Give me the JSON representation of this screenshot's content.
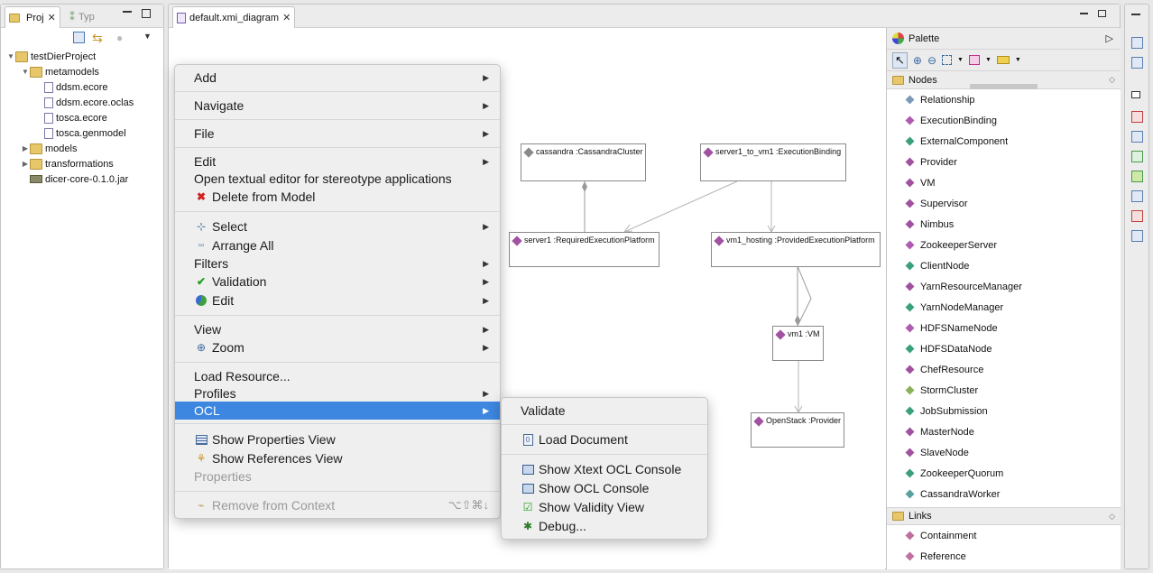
{
  "left_panel": {
    "tabs": [
      {
        "label": "Proj",
        "active": true
      },
      {
        "label": "Typ",
        "active": false
      }
    ],
    "tree": [
      {
        "label": "testDierProject",
        "level": 0,
        "expanded": true,
        "kind": "project"
      },
      {
        "label": "metamodels",
        "level": 1,
        "expanded": true,
        "kind": "folder"
      },
      {
        "label": "ddsm.ecore",
        "level": 2,
        "kind": "file"
      },
      {
        "label": "ddsm.ecore.oclas",
        "level": 2,
        "kind": "file"
      },
      {
        "label": "tosca.ecore",
        "level": 2,
        "kind": "file"
      },
      {
        "label": "tosca.genmodel",
        "level": 2,
        "kind": "file"
      },
      {
        "label": "models",
        "level": 1,
        "expanded": false,
        "kind": "folder"
      },
      {
        "label": "transformations",
        "level": 1,
        "expanded": false,
        "kind": "folder"
      },
      {
        "label": "dicer-core-0.1.0.jar",
        "level": 1,
        "kind": "jar"
      }
    ]
  },
  "editor": {
    "tab_label": "default.xmi_diagram"
  },
  "diagram": {
    "nodes": [
      {
        "id": "cassandra",
        "label": "cassandra :CassandraCluster",
        "color": "#8a8a8a"
      },
      {
        "id": "binding",
        "label": "server1_to_vm1 :ExecutionBinding",
        "color": "#a052a0"
      },
      {
        "id": "server1",
        "label": "server1 :RequiredExecutionPlatform",
        "color": "#a052a0"
      },
      {
        "id": "hosting",
        "label": "vm1_hosting :ProvidedExecutionPlatform",
        "color": "#a052a0"
      },
      {
        "id": "vm1",
        "label": "vm1 :VM",
        "color": "#a052a0"
      },
      {
        "id": "openstack",
        "label": "OpenStack :Provider",
        "color": "#a052a0"
      }
    ]
  },
  "palette": {
    "title": "Palette",
    "nodes_drawer": "Nodes",
    "nodes": [
      {
        "label": "Relationship",
        "color": "#7a9ab8"
      },
      {
        "label": "ExecutionBinding",
        "color": "#b05ab0"
      },
      {
        "label": "ExternalComponent",
        "color": "#3aa07a"
      },
      {
        "label": "Provider",
        "color": "#a052a0"
      },
      {
        "label": "VM",
        "color": "#a052a0"
      },
      {
        "label": "Supervisor",
        "color": "#a052a0"
      },
      {
        "label": "Nimbus",
        "color": "#a052a0"
      },
      {
        "label": "ZookeeperServer",
        "color": "#b05ab0"
      },
      {
        "label": "ClientNode",
        "color": "#3aa07a"
      },
      {
        "label": "YarnResourceManager",
        "color": "#a052a0"
      },
      {
        "label": "YarnNodeManager",
        "color": "#3aa07a"
      },
      {
        "label": "HDFSNameNode",
        "color": "#b05ab0"
      },
      {
        "label": "HDFSDataNode",
        "color": "#3aa07a"
      },
      {
        "label": "ChefResource",
        "color": "#a052a0"
      },
      {
        "label": "StormCluster",
        "color": "#8ab05a"
      },
      {
        "label": "JobSubmission",
        "color": "#3aa07a"
      },
      {
        "label": "MasterNode",
        "color": "#a052a0"
      },
      {
        "label": "SlaveNode",
        "color": "#a052a0"
      },
      {
        "label": "ZookeeperQuorum",
        "color": "#3aa07a"
      },
      {
        "label": "CassandraWorker",
        "color": "#5aa0a0"
      }
    ],
    "links_drawer": "Links",
    "links": [
      {
        "label": "Containment",
        "color": "#c070a0"
      },
      {
        "label": "Reference",
        "color": "#c070a0"
      }
    ]
  },
  "context_menu": {
    "items": [
      {
        "label": "Add",
        "submenu": true
      },
      {
        "label": "Navigate",
        "submenu": true
      },
      {
        "label": "File",
        "submenu": true
      },
      {
        "label": "Edit",
        "submenu": true
      },
      {
        "label": "Open textual editor for stereotype applications"
      },
      {
        "label": "Delete from Model",
        "icon": "delete-icon"
      },
      {
        "label": "Select",
        "submenu": true,
        "icon": "select-icon"
      },
      {
        "label": "Arrange All",
        "icon": "arrange-icon"
      },
      {
        "label": "Filters",
        "submenu": true
      },
      {
        "label": "Validation",
        "submenu": true,
        "icon": "checkmark-icon"
      },
      {
        "label": "Edit",
        "submenu": true,
        "icon": "edit-icon"
      },
      {
        "label": "View",
        "submenu": true
      },
      {
        "label": "Zoom",
        "submenu": true,
        "icon": "zoom-icon"
      },
      {
        "label": "Load Resource..."
      },
      {
        "label": "Profiles",
        "submenu": true
      },
      {
        "label": "OCL",
        "submenu": true,
        "selected": true
      },
      {
        "label": "Show Properties View",
        "icon": "table-icon"
      },
      {
        "label": "Show References View",
        "icon": "references-icon"
      },
      {
        "label": "Properties",
        "disabled": true
      },
      {
        "label": "Remove from Context",
        "disabled": true,
        "shortcut": "⌥⇧⌘↓",
        "icon": "remove-icon"
      }
    ]
  },
  "ocl_submenu": {
    "items": [
      {
        "label": "Validate"
      },
      {
        "label": "Load Document",
        "icon": "document-icon"
      },
      {
        "label": "Show Xtext OCL Console",
        "icon": "console-icon"
      },
      {
        "label": "Show OCL Console",
        "icon": "console-icon"
      },
      {
        "label": "Show Validity View",
        "icon": "validity-icon"
      },
      {
        "label": "Debug...",
        "icon": "bug-icon"
      }
    ]
  }
}
